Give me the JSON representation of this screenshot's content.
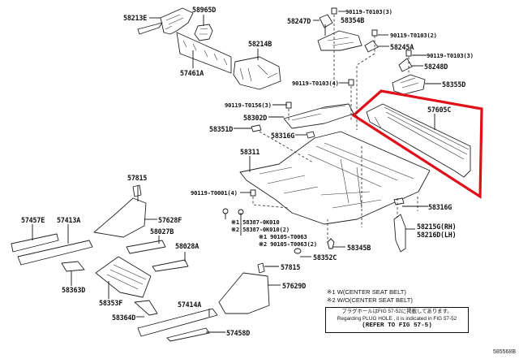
{
  "diagram": {
    "figure_id": "585568B",
    "highlight_color": "#e0101a",
    "highlighted_part": "57605C",
    "labels": {
      "p58213E": "58213E",
      "p58965D": "58965D",
      "p57461A": "57461A",
      "p58214B": "58214B",
      "p58247D": "58247D",
      "p58354B": "58354B",
      "b_t0103_3a": "90119-T0103(3)",
      "b_t0103_2": "90119-T0103(2)",
      "p58245A": "58245A",
      "b_t0103_3b": "90119-T0103(3)",
      "p58248D": "58248D",
      "p58355D": "58355D",
      "b_t0103_4": "90119-T0103(4)",
      "b_t0156_3": "90119-T0156(3)",
      "p57605C": "57605C",
      "p58302D": "58302D",
      "p58351D": "58351D",
      "p58316G_a": "58316G",
      "p58311": "58311",
      "p57815_a": "57815",
      "b_t0001_4": "90119-T0001(4)",
      "p57457E": "57457E",
      "p57413A": "57413A",
      "p57628F": "57628F",
      "p58027B": "58027B",
      "p58028A": "58028A",
      "c58387_1": "※1 58387-0K010",
      "c58387_2": "※2 58387-0K010(2)",
      "c90105_1": "※1 90105-T0063",
      "c90105_2": "※2 90105-T0063(2)",
      "p58345B": "58345B",
      "p58316G_b": "58316G",
      "p58215G": "58215G(RH)",
      "p58216D": "58216D(LH)",
      "p58363D": "58363D",
      "p58353F": "58353F",
      "p58352C": "58352C",
      "p57815_b": "57815",
      "p57629D": "57629D",
      "p58364D": "58364D",
      "p57414A": "57414A",
      "p57458D": "57458D"
    },
    "notes": {
      "n1": "※1 W(CENTER SEAT BELT)",
      "n2": "※2 W/O(CENTER SEAT BELT)",
      "box_line1": "プラグホールはFIG 57-52に掲載してあります。",
      "box_line2": "Regarding PLUG HOLE , it is indicated in FIG 57-52",
      "box_line3": "(REFER TO FIG 57-5)"
    }
  }
}
